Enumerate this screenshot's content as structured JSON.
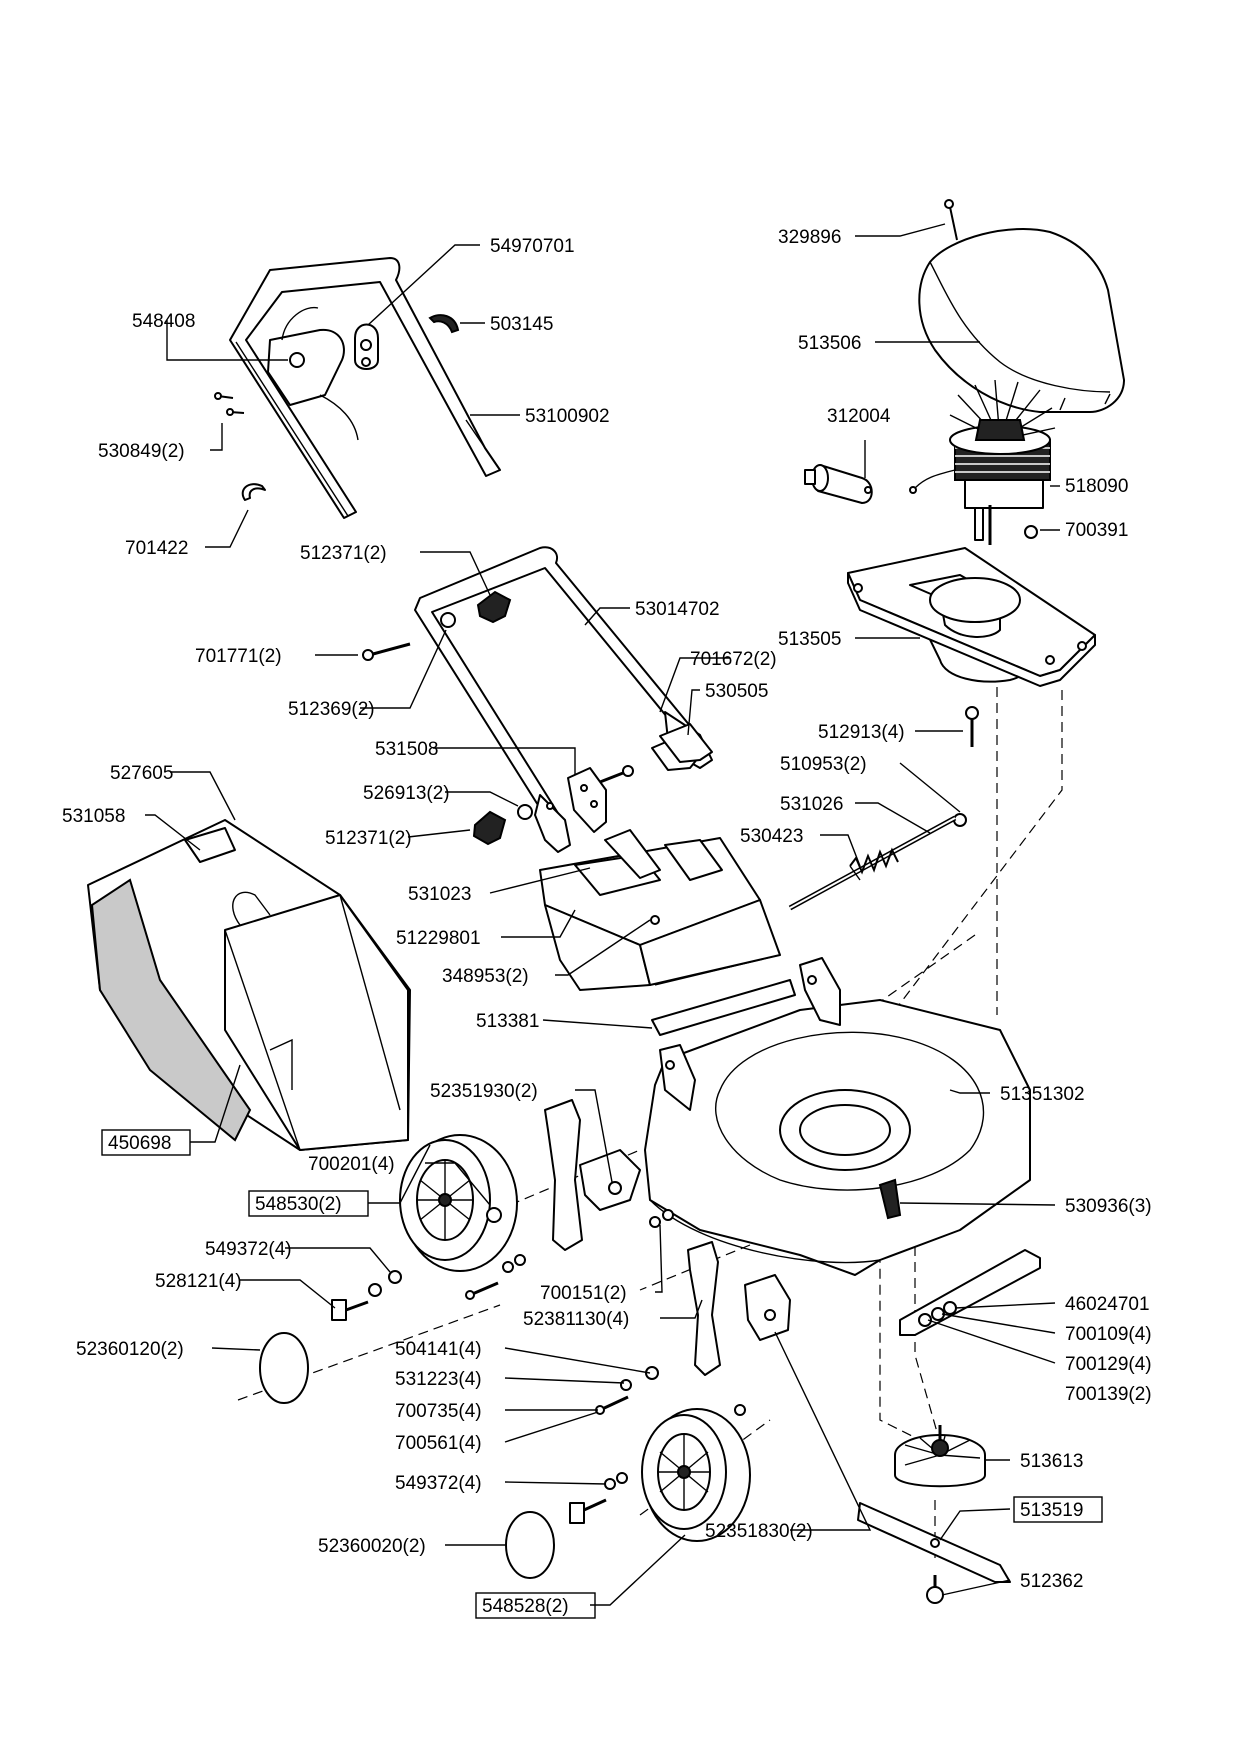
{
  "labels": {
    "p329896": "329896",
    "p513506": "513506",
    "p312004": "312004",
    "p518090": "518090",
    "p700391": "700391",
    "p513505": "513505",
    "p512913": "512913(4)",
    "p510953": "510953(2)",
    "p531026": "531026",
    "p530423": "530423",
    "p54970701": "54970701",
    "p548408": "548408",
    "p503145": "503145",
    "p53100902": "53100902",
    "p530849": "530849(2)",
    "p701422": "701422",
    "p512371a": "512371(2)",
    "p53014702": "53014702",
    "p701771": "701771(2)",
    "p701672": "701672(2)",
    "p530505": "530505",
    "p512369": "512369(2)",
    "p531508": "531508",
    "p527605": "527605",
    "p531058": "531058",
    "p526913": "526913(2)",
    "p512371b": "512371(2)",
    "p531023": "531023",
    "p51229801": "51229801",
    "p348953": "348953(2)",
    "p513381": "513381",
    "p52351930": "52351930(2)",
    "p51351302": "51351302",
    "p450698": "450698",
    "p700201": "700201(4)",
    "p548530": "548530(2)",
    "p530936": "530936(3)",
    "p549372a": "549372(4)",
    "p528121": "528121(4)",
    "p700151": "700151(2)",
    "p52381130": "52381130(4)",
    "p46024701": "46024701",
    "p700109": "700109(4)",
    "p52360120": "52360120(2)",
    "p504141": "504141(4)",
    "p700129": "700129(4)",
    "p531223": "531223(4)",
    "p700139": "700139(2)",
    "p700735": "700735(4)",
    "p700561": "700561(4)",
    "p513613": "513613",
    "p549372b": "549372(4)",
    "p513519": "513519",
    "p52351830": "52351830(2)",
    "p52360020": "52360020(2)",
    "p512362": "512362",
    "p548528": "548528(2)"
  }
}
